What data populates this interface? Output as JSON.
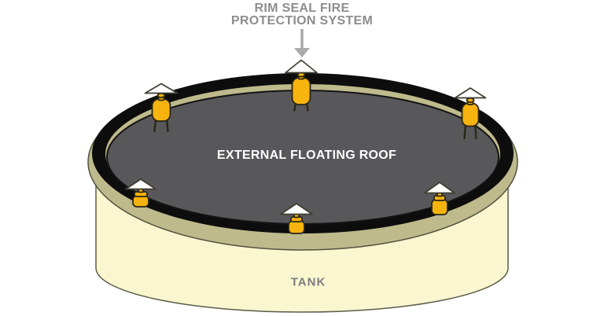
{
  "title": {
    "line1": "RIM SEAL FIRE",
    "line2": "PROTECTION SYSTEM"
  },
  "labels": {
    "roof": "EXTERNAL FLOATING ROOF",
    "tank": "TANK"
  },
  "diagram": {
    "type": "illustration",
    "subject": "external floating roof storage tank with rim seal fire protection units",
    "device_count": 6,
    "device_positions": [
      "top-center",
      "upper-left",
      "upper-right",
      "lower-left",
      "bottom-center",
      "lower-right"
    ]
  },
  "colors": {
    "tank_shell": "#FAF6CF",
    "tank_rim": "#BEBA8C",
    "rim_seal": "#0D0D0D",
    "roof": "#58585A",
    "device_body": "#F7B30E",
    "device_cap": "#FFFFFF",
    "title_text": "#8D8D8D",
    "roof_text": "#FFFFFF",
    "tank_text": "#7C7E81",
    "arrow": "#ABABAB"
  }
}
